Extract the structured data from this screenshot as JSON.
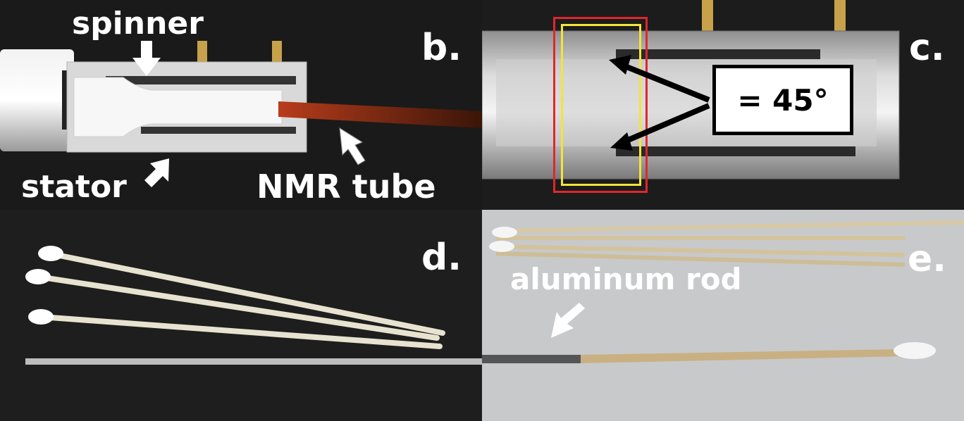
{
  "panels": {
    "b": {
      "letter": "b.",
      "spinner_label": "spinner",
      "stator_label": "stator",
      "tube_label": "NMR tube"
    },
    "c": {
      "letter": "c.",
      "angle_label": "= 45°"
    },
    "d": {
      "letter": "d."
    },
    "e": {
      "letter": "e.",
      "rod_label": "aluminum rod"
    }
  },
  "colors": {
    "highlight_red": "#e0262b",
    "highlight_yellow": "#f2e43a",
    "label_text": "#ffffff",
    "background_gray": "#c8c9ca"
  }
}
